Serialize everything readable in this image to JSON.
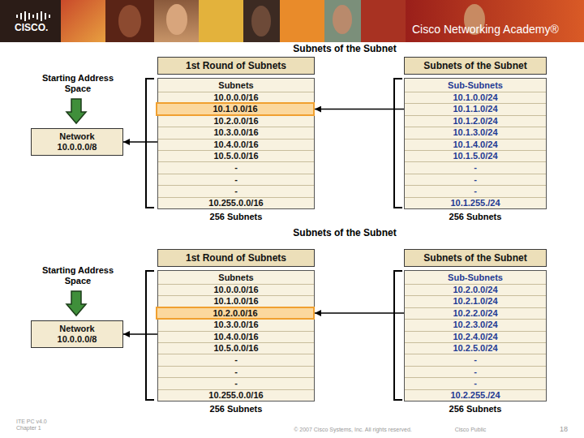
{
  "diagram": {
    "nodes": [
      {
        "text": [
          "Network 10.0.0.0/8"
        ]
      },
      {
        "text": [
          "1st Round of Subnets"
        ]
      },
      {
        "text": [
          "Subnets"
        ]
      },
      {
        "text": [
          "10.0.0.0/16"
        ],
        "in": 2
      },
      {
        "text": [
          "10.1.0.0/16"
        ],
        "in": 2
      },
      {
        "text": [
          "10.2.0.0/16"
        ],
        "in": 2
      },
      {
        "text": [
          "10.3.0.0/16"
        ],
        "in": 2
      },
      {
        "text": [
          "10.4.0.0/16"
        ],
        "in": 2
      },
      {
        "text": [
          "10.5.0.0/16"
        ],
        "in": 2
      },
      {
        "text": [
          "-"
        ],
        "in": 2
      },
      {
        "text": [
          "-"
        ],
        "in": 2
      },
      {
        "text": [
          "-"
        ],
        "in": 2
      },
      {
        "text": [
          "10.255.0.0/16"
        ],
        "in": 2
      },
      {
        "text": [
          "Subnets of the Subnet"
        ]
      },
      {
        "text": [
          "Sub-Subnets"
        ]
      },
      {
        "text": [
          "10.1.0.0/24"
        ],
        "in": 14
      },
      {
        "text": [
          "10.1.1.0/24"
        ],
        "in": 14
      },
      {
        "text": [
          "10.1.2.0/24"
        ],
        "in": 14
      },
      {
        "text": [
          "10.1.3.0/24"
        ],
        "in": 14
      },
      {
        "text": [
          "10.1.4.0/24"
        ],
        "in": 14
      },
      {
        "text": [
          "10.1.5.0/24"
        ],
        "in": 14
      },
      {
        "text": [
          "-"
        ],
        "in": 14
      },
      {
        "text": [
          "-"
        ],
        "in": 14
      },
      {
        "text": [
          "-"
        ],
        "in": 14
      },
      {
        "text": [
          "10.1.255./24"
        ],
        "in": 14
      },
      {
        "text": [
          "Network 10.0.0.0/8"
        ]
      },
      {
        "text": [
          "1st Round of Subnets"
        ]
      },
      {
        "text": [
          "Subnets"
        ]
      },
      {
        "text": [
          "10.0.0.0/16"
        ],
        "in": 27
      },
      {
        "text": [
          "10.1.0.0/16"
        ],
        "in": 27
      },
      {
        "text": [
          "10.2.0.0/16"
        ],
        "in": 27
      },
      {
        "text": [
          "10.3.0.0/16"
        ],
        "in": 27
      },
      {
        "text": [
          "10.4.0.0/16"
        ],
        "in": 27
      },
      {
        "text": [
          "10.5.0.0/16"
        ],
        "in": 27
      },
      {
        "text": [
          "-"
        ],
        "in": 27
      },
      {
        "text": [
          "-"
        ],
        "in": 27
      },
      {
        "text": [
          "-"
        ],
        "in": 27
      },
      {
        "text": [
          "10.255.0.0/16"
        ],
        "in": 27
      },
      {
        "text": [
          "Subnets of the Subnet"
        ]
      },
      {
        "text": [
          "Sub-Subnets"
        ]
      },
      {
        "text": [
          "10.2.0.0/24"
        ],
        "in": 39
      },
      {
        "text": [
          "10.2.1.0/24"
        ],
        "in": 39
      },
      {
        "text": [
          "10.2.2.0/24"
        ],
        "in": 39
      },
      {
        "text": [
          "10.2.3.0/24"
        ],
        "in": 39
      },
      {
        "text": [
          "10.2.4.0/24"
        ],
        "in": 39
      },
      {
        "text": [
          "10.2.5.0/24"
        ],
        "in": 39
      },
      {
        "text": [
          "-"
        ],
        "in": 39
      },
      {
        "text": [
          "-"
        ],
        "in": 39
      },
      {
        "text": [
          "-"
        ],
        "in": 39
      },
      {
        "text": [
          "10.2.255./24"
        ],
        "in": 39
      }
    ],
    "edges": [
      {
        "from": 2,
        "to": 0,
        "arrow": "to"
      },
      {
        "from": 14,
        "to": 4,
        "arrow": "to"
      },
      {
        "from": 27,
        "to": 25,
        "arrow": "to"
      },
      {
        "from": 39,
        "to": 30,
        "arrow": "to"
      }
    ],
    "labels": [
      "CISCO.",
      "Cisco Networking Academy®",
      "Subnets of the Subnet",
      "Starting Address Space",
      "256 Subnets",
      "256 Subnets",
      "Subnets of the Subnet",
      "Starting Address Space",
      "256 Subnets",
      "256 Subnets",
      "ITE PC v4.0 Chapter 1",
      "© 2007 Cisco Systems, Inc. All rights reserved.",
      "Cisco Public",
      "18"
    ]
  }
}
